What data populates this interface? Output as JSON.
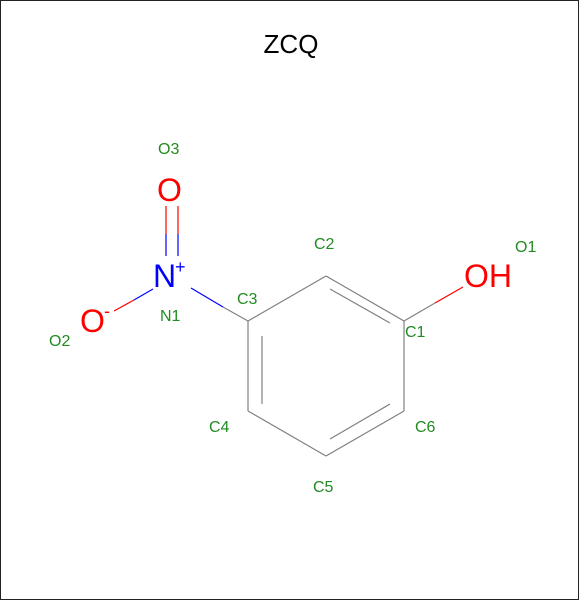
{
  "title": "ZCQ",
  "colors": {
    "bond": "#808080",
    "label": "#228B22",
    "oxygen": "#FF0000",
    "nitrogen": "#0000FF"
  },
  "atom_labels": {
    "c1": "C1",
    "c2": "C2",
    "c3": "C3",
    "c4": "C4",
    "c5": "C5",
    "c6": "C6",
    "n1": "N1",
    "o1": "O1",
    "o2": "O2",
    "o3": "O3"
  },
  "element_symbols": {
    "oh": "OH",
    "n": "N",
    "n_charge": "+",
    "o_top": "O",
    "o_left": "O",
    "o_left_charge": "-"
  }
}
